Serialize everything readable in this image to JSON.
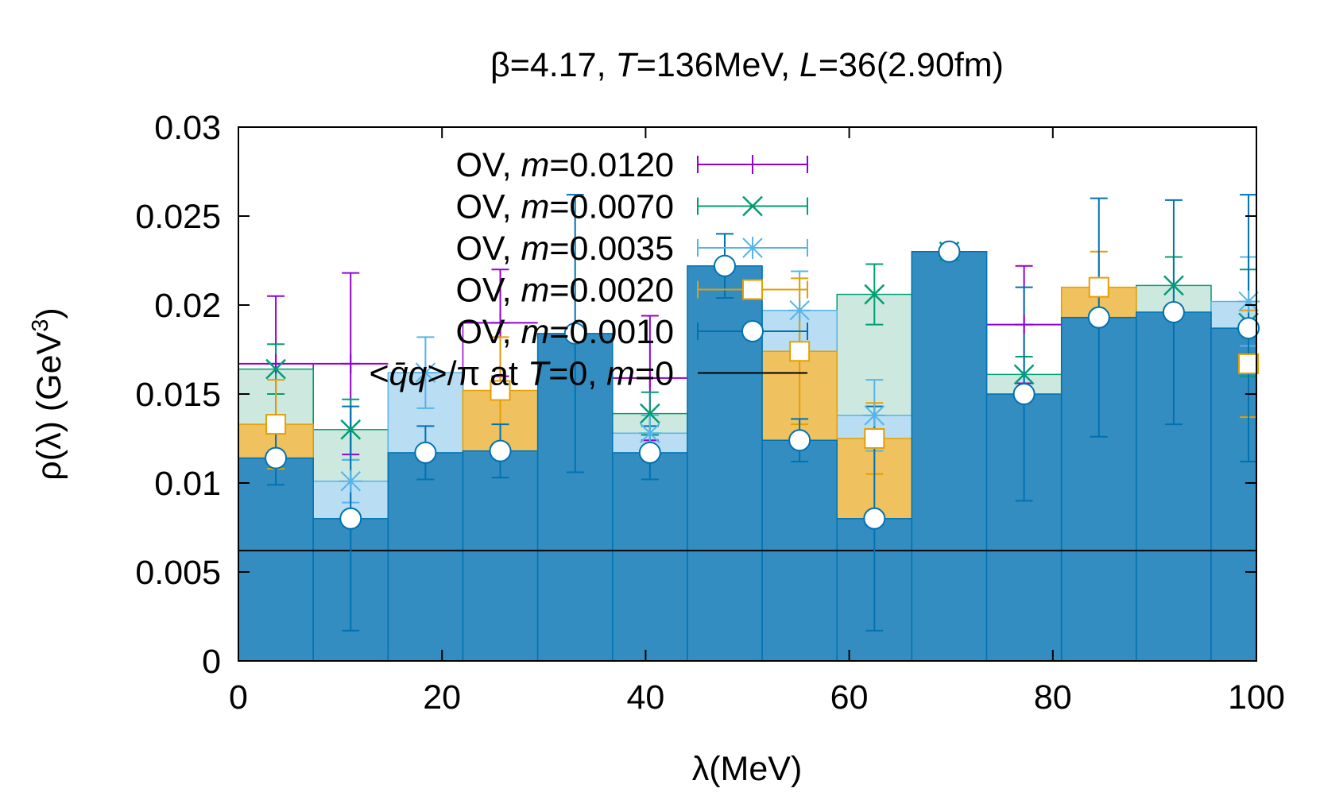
{
  "chart_data": {
    "type": "bar",
    "title": {
      "prefix": "β=4.17, ",
      "t_sym": "T",
      "t_val": "=136MeV, ",
      "l_sym": "L",
      "l_val": "=36(2.90fm)"
    },
    "xlabel": "λ(MeV)",
    "ylabel": {
      "main": "ρ(λ) (GeV",
      "sup": "3",
      "close": ")"
    },
    "xlim": [
      0,
      100
    ],
    "ylim": [
      0,
      0.03
    ],
    "x_ticks": [
      "0",
      "20",
      "40",
      "60",
      "80",
      "100"
    ],
    "y_ticks": [
      "0",
      "0.005",
      "0.01",
      "0.015",
      "0.02",
      "0.025",
      "0.03"
    ],
    "bin_width": 7.35,
    "bin_centers": [
      3.675,
      11.025,
      18.375,
      25.725,
      33.075,
      40.425,
      47.775,
      55.125,
      62.475,
      69.825,
      77.175,
      84.525,
      91.875,
      99.225
    ],
    "reference_line": {
      "label_parts": [
        "<",
        "q̄q",
        ">/π at ",
        "T",
        "=0, ",
        "m",
        "=0"
      ],
      "value": 0.0062,
      "color": "#000000"
    },
    "series": [
      {
        "name": "OV, m=0.0120",
        "name_prefix": "OV, ",
        "name_m": "m",
        "name_val": "=0.0120",
        "color": "#9400d3",
        "fill": null,
        "marker": "plus",
        "values": [
          0.0167,
          0.0167,
          null,
          0.019,
          null,
          0.0159,
          null,
          null,
          null,
          null,
          0.0189,
          null,
          null,
          null
        ],
        "errors": [
          0.0038,
          0.0051,
          null,
          0.003,
          null,
          0.0035,
          null,
          null,
          null,
          null,
          0.0033,
          null,
          null,
          null
        ]
      },
      {
        "name": "OV, m=0.0070",
        "name_prefix": "OV, ",
        "name_m": "m",
        "name_val": "=0.0070",
        "color": "#009e73",
        "fill": "#cde9df",
        "marker": "cross",
        "values": [
          0.0164,
          0.013,
          null,
          null,
          null,
          0.0139,
          null,
          null,
          0.0206,
          0.023,
          0.0161,
          null,
          0.0211,
          0.019
        ],
        "errors": [
          0.0014,
          0.0017,
          null,
          null,
          null,
          0.0012,
          null,
          null,
          0.0017,
          0.0003,
          0.001,
          null,
          0.0016,
          0.003
        ]
      },
      {
        "name": "OV, m=0.0035",
        "name_prefix": "OV, ",
        "name_m": "m",
        "name_val": "=0.0035",
        "color": "#56b4e9",
        "fill": "#b9ddf2",
        "marker": "star",
        "values": [
          null,
          0.0101,
          0.0162,
          null,
          null,
          0.0128,
          null,
          0.0197,
          0.0138,
          null,
          null,
          null,
          null,
          0.0202
        ],
        "errors": [
          null,
          0.0012,
          0.002,
          null,
          null,
          0.001,
          null,
          0.0022,
          0.002,
          null,
          null,
          null,
          null,
          0.0025
        ]
      },
      {
        "name": "OV, m=0.0020",
        "name_prefix": "OV, ",
        "name_m": "m",
        "name_val": "=0.0020",
        "color": "#e69f00",
        "fill": "#efc15f",
        "marker": "square",
        "values": [
          0.0133,
          null,
          null,
          0.0152,
          null,
          null,
          null,
          0.0174,
          0.0125,
          null,
          null,
          0.021,
          null,
          0.0167
        ],
        "errors": [
          0.0025,
          null,
          null,
          0.003,
          null,
          null,
          null,
          0.0041,
          0.002,
          null,
          null,
          0.002,
          null,
          0.003
        ]
      },
      {
        "name": "OV, m=0.0010",
        "name_prefix": "OV, ",
        "name_m": "m",
        "name_val": "=0.0010",
        "color": "#0072b2",
        "fill": "#338dc1",
        "marker": "circle",
        "values": [
          0.0114,
          0.008,
          0.0117,
          0.0118,
          0.0184,
          0.0117,
          0.0222,
          0.0124,
          0.008,
          0.023,
          0.015,
          0.0193,
          0.0196,
          0.0187
        ],
        "errors": [
          0.0015,
          0.0063,
          0.0015,
          0.0015,
          0.0078,
          0.0015,
          0.0018,
          0.0012,
          0.0063,
          0.0003,
          0.006,
          0.0067,
          0.0063,
          0.0075
        ]
      }
    ],
    "grid": false,
    "legend_position": "top-center"
  }
}
